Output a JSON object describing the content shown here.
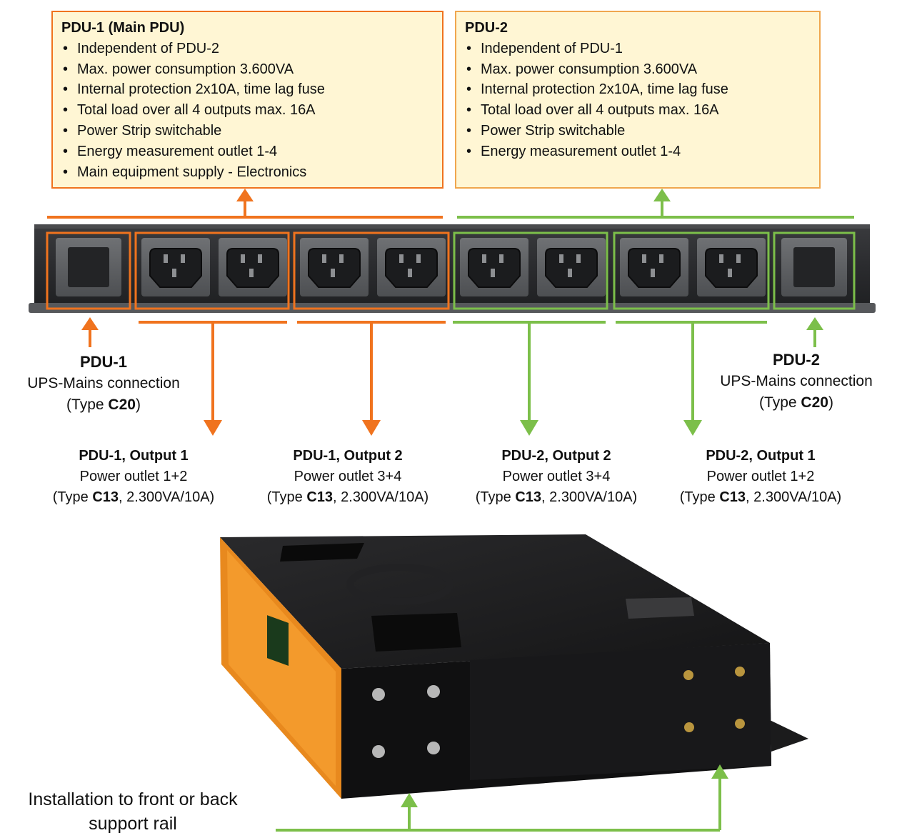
{
  "colors": {
    "pdu1": "#f0731e",
    "pdu2": "#7cbf4a",
    "box_fill": "#fff6d4"
  },
  "pdu1_box": {
    "title": "PDU-1 (Main PDU)",
    "items": [
      "Independent of PDU-2",
      "Max. power consumption 3.600VA",
      "Internal protection 2x10A, time lag fuse",
      "Total load over all 4 outputs max. 16A",
      "Power Strip switchable",
      "Energy measurement outlet 1-4",
      "Main equipment supply - Electronics"
    ]
  },
  "pdu2_box": {
    "title": "PDU-2",
    "items": [
      "Independent of PDU-1",
      "Max. power consumption 3.600VA",
      "Internal protection 2x10A, time lag fuse",
      "Total load over all 4 outputs max. 16A",
      "Power Strip switchable",
      "Energy measurement outlet 1-4"
    ]
  },
  "pdu1_input": {
    "title": "PDU-1",
    "line1": "UPS-Mains connection",
    "type_pre": "(Type ",
    "type_code": "C20",
    "type_post": ")"
  },
  "pdu2_input": {
    "title": "PDU-2",
    "line1": "UPS-Mains connection",
    "type_pre": "(Type ",
    "type_code": "C20",
    "type_post": ")"
  },
  "outputs": [
    {
      "title": "PDU-1, Output 1",
      "line1": "Power outlet 1+2",
      "type_pre": "(Type ",
      "type_code": "C13",
      "type_post": ", 2.300VA/10A)"
    },
    {
      "title": "PDU-1, Output 2",
      "line1": "Power outlet 3+4",
      "type_pre": "(Type ",
      "type_code": "C13",
      "type_post": ", 2.300VA/10A)"
    },
    {
      "title": "PDU-2, Output 2",
      "line1": "Power outlet 3+4",
      "type_pre": "(Type ",
      "type_code": "C13",
      "type_post": ", 2.300VA/10A)"
    },
    {
      "title": "PDU-2, Output 1",
      "line1": "Power outlet 1+2",
      "type_pre": "(Type ",
      "type_code": "C13",
      "type_post": ", 2.300VA/10A)"
    }
  ],
  "installation": {
    "line1": "Installation to front or back",
    "line2": "support rail"
  }
}
